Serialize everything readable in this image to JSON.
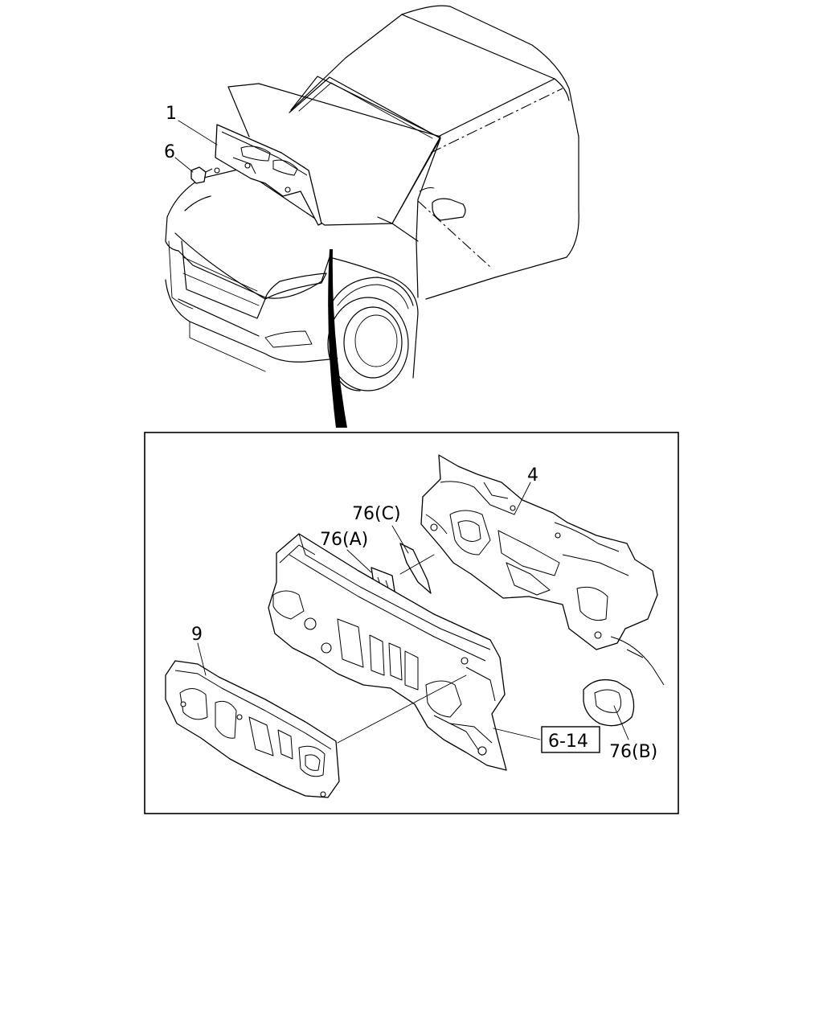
{
  "diagram": {
    "callouts": {
      "part_1": "1",
      "part_6": "6",
      "part_4": "4",
      "part_76c": "76(C)",
      "part_76a": "76(A)",
      "part_9": "9",
      "ref_box": "6-14",
      "part_76b": "76(B)"
    }
  }
}
